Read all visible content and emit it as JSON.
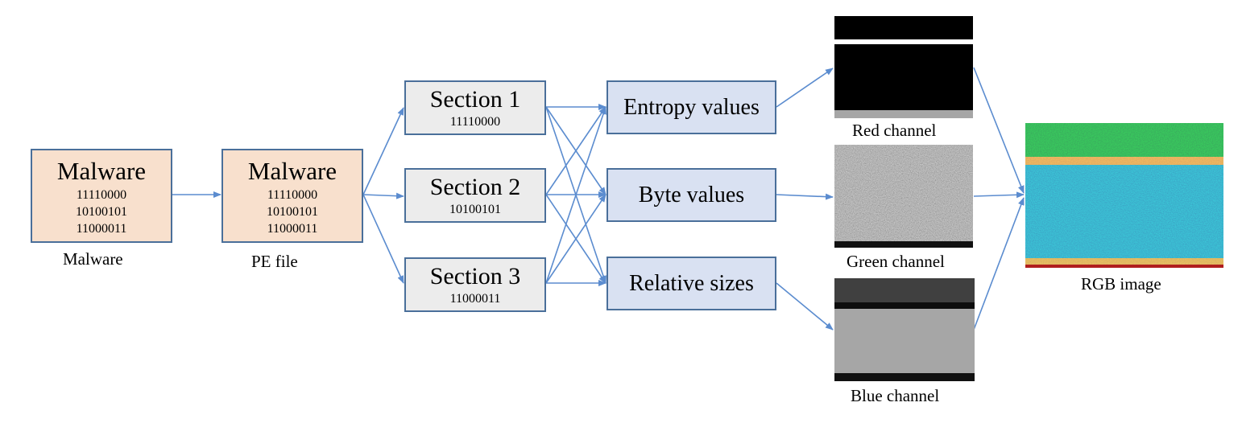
{
  "malware_box": {
    "title": "Malware",
    "bits": [
      "11110000",
      "10100101",
      "11000011"
    ],
    "caption": "Malware"
  },
  "pe_box": {
    "title": "Malware",
    "bits": [
      "11110000",
      "10100101",
      "11000011"
    ],
    "caption": "PE file"
  },
  "sections": [
    {
      "title": "Section 1",
      "bits": "11110000"
    },
    {
      "title": "Section 2",
      "bits": "10100101"
    },
    {
      "title": "Section 3",
      "bits": "11000011"
    }
  ],
  "features": [
    "Entropy values",
    "Byte values",
    "Relative sizes"
  ],
  "channels": {
    "red": "Red channel",
    "green": "Green channel",
    "blue": "Blue channel"
  },
  "rgb_caption": "RGB image",
  "colors": {
    "box_border": "#4a6f9a",
    "arrow": "#5b8ccf",
    "malware_fill": "#f8e0cd",
    "section_fill": "#ececec",
    "feature_fill": "#d9e1f2"
  }
}
